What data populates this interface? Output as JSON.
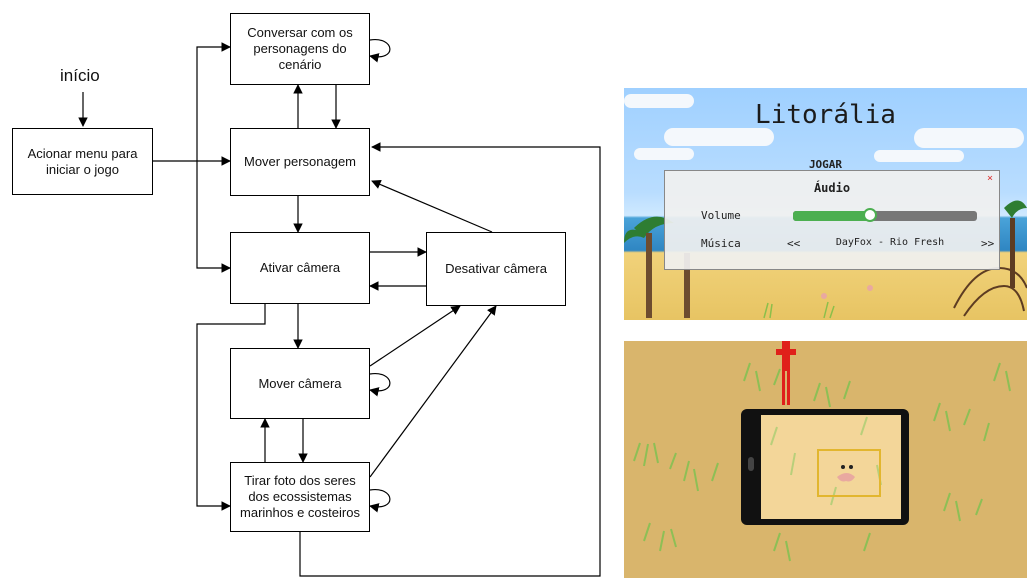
{
  "diagram": {
    "start_label": "início",
    "nodes": {
      "menu": "Acionar menu para iniciar o jogo",
      "talk": "Conversar com os personagens do cenário",
      "move_char": "Mover personagem",
      "activate_cam": "Ativar câmera",
      "deactivate_cam": "Desativar câmera",
      "move_cam": "Mover câmera",
      "photo": "Tirar foto dos seres dos ecossistemas marinhos e costeiros"
    }
  },
  "game_menu": {
    "title": "Litorália",
    "jogar": "JOGAR",
    "panel_title": "Áudio",
    "close": "×",
    "volume_label": "Volume",
    "volume_level": 0.42,
    "music_label": "Música",
    "prev": "<<",
    "next": ">>",
    "track": "DayFox - Rio Fresh"
  },
  "colors": {
    "slider_fill": "#4caf50",
    "target_frame": "#e2b62e",
    "character": "#e0201a"
  }
}
